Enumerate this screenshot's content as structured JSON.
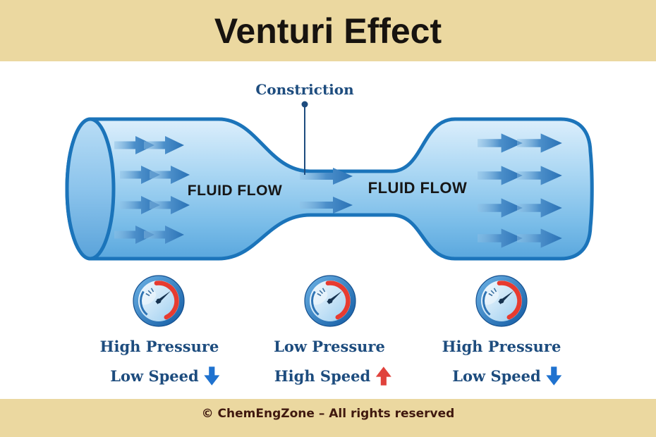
{
  "header": {
    "title": "Venturi Effect"
  },
  "pipe": {
    "constriction_label": "Constriction",
    "left_flow_label": "FLUID FLOW",
    "right_flow_label": "FLUID FLOW"
  },
  "gauges": [
    {
      "position": "left",
      "pressure": "High Pressure",
      "speed": "Low Speed",
      "trend": "down"
    },
    {
      "position": "center",
      "pressure": "Low Pressure",
      "speed": "High Speed",
      "trend": "up"
    },
    {
      "position": "right",
      "pressure": "High Pressure",
      "speed": "Low Speed",
      "trend": "down"
    }
  ],
  "footer": {
    "copyright": "© ChemEngZone – All rights reserved"
  },
  "colors": {
    "banner": "#ebd8a0",
    "pipe_outline": "#1b74ba",
    "pipe_fill_top": "#dff0fc",
    "pipe_fill_bottom": "#58a6dd",
    "label_navy": "#1d4c7e",
    "flow_text": "#161616",
    "down_arrow_blue": "#1f72cf",
    "up_arrow_red": "#e0423c",
    "gauge_red_zone": "#e73b30",
    "footer_text": "#40190f"
  }
}
